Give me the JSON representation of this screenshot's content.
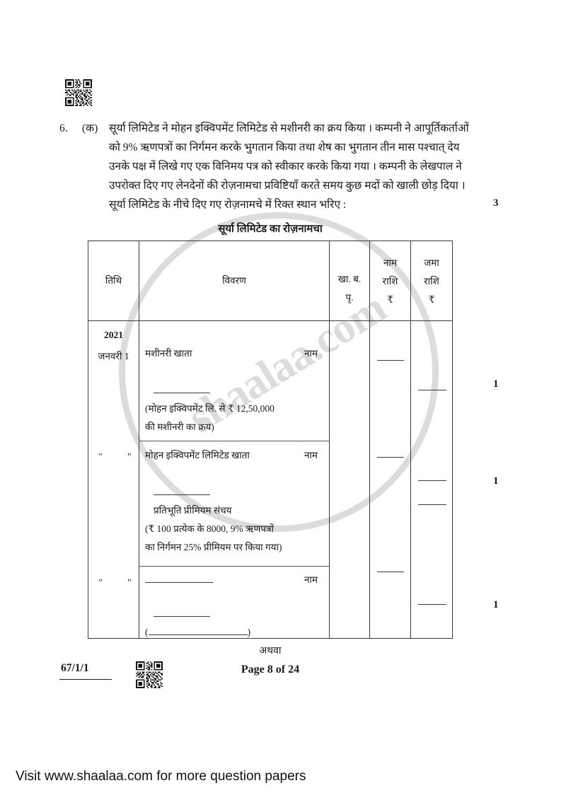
{
  "document": {
    "paper_code": "67/1/1",
    "page_label": "Page 8 of 24",
    "alternative_label": "अथवा",
    "banner": "Visit www.shaalaa.com for more question papers",
    "watermark_text": "shaalaa.com",
    "top_qr_name": "qr-code",
    "footer_qr_name": "qr-code"
  },
  "question": {
    "number": "6.",
    "part": "(क)",
    "lines": [
      "सूर्या लिमिटेड ने मोहन इक्विपमेंट लिमिटेड से मशीनरी का क्रय किया । कम्पनी ने आपूर्तिकर्ताओं",
      "को 9% ऋणपत्रों का निर्गमन करके भुगतान किया तथा शेष का भुगतान तीन मास पश्चात् देय",
      "उनके पक्ष में लिखे गए एक विनिमय पत्र को स्वीकार करके किया गया । कम्पनी के लेखपाल ने",
      "उपरोक्त दिए गए लेनदेनों की रोज़नामचा प्रविष्टियाँ करते समय कुछ मदों को खाली छोड़ दिया ।",
      "सूर्या लिमिटेड के नीचे दिए गए रोज़नामचे में रिक्त स्थान भरिए :"
    ],
    "marks_main": "3",
    "marks_entry_1": "1",
    "marks_entry_2": "1",
    "marks_entry_3": "1"
  },
  "table": {
    "title": "सूर्या लिमिटेड का रोज़नामचा",
    "headers": {
      "date": "तिथि",
      "particulars": "विवरण",
      "lf_line1": "खा. ब.",
      "lf_line2": "पृ.",
      "debit_line1": "नाम",
      "debit_line2": "राशि",
      "debit_line3": "₹",
      "credit_line1": "जमा",
      "credit_line2": "राशि",
      "credit_line3": "₹"
    },
    "date_column": {
      "year": "2021",
      "first_date": "जनवरी 1",
      "ditto_1": "\" \"",
      "ditto_2": "\" \""
    },
    "entries": [
      {
        "account_debit": "मशीनरी खाता",
        "dr_tag": "नाम",
        "credit_blank": true,
        "narration_line1": "(मोहन इक्विपमेंट लि. से ₹ 12,50,000",
        "narration_line2": "की मशीनरी का क्रय)"
      },
      {
        "account_debit": "मोहन इक्विपमेंट लिमिटेड खाता",
        "dr_tag": "नाम",
        "credit_blank": true,
        "credit_account": "प्रतिभूति प्रीमियम संचय",
        "narration_line1": "(₹ 100 प्रत्येक के 8000, 9% ऋणपत्रों",
        "narration_line2": "का निर्गमन 25% प्रीमियम पर किया गया)"
      },
      {
        "account_debit": "",
        "dr_tag": "नाम",
        "credit_blank": true,
        "narration_line1": "(",
        "narration_line2": ")"
      }
    ]
  }
}
